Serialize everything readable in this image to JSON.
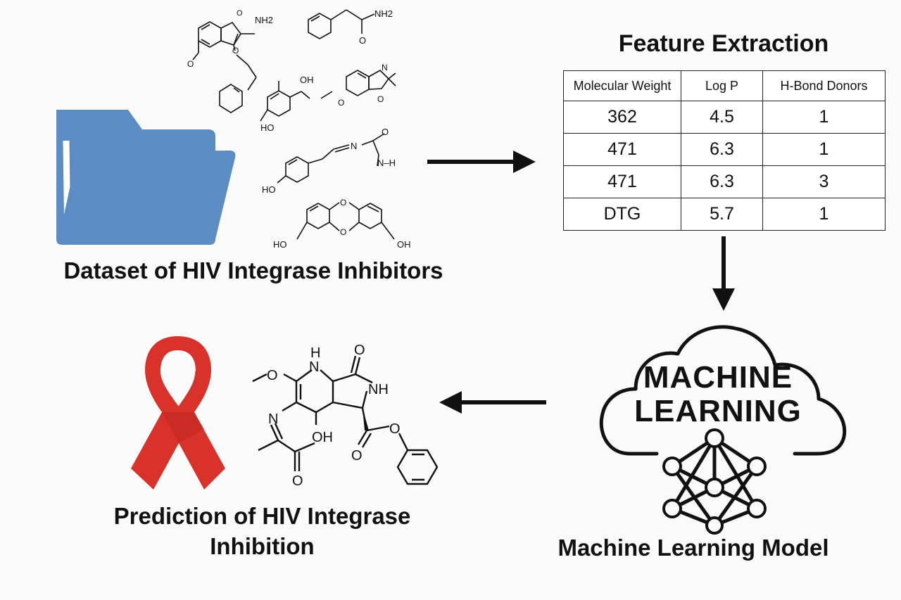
{
  "dataset": {
    "caption": "Dataset of HIV Integrase Inhibitors",
    "folder_color": "#5b8dc4",
    "folder_icon": "folder-icon",
    "molecule_labels": {
      "mol1_nh2": "NH2",
      "mol2_nh2": "NH2",
      "mol2_o": "O",
      "mol4_oh_top": "OH",
      "mol4_ho_bottom": "HO",
      "mol4_n": "N",
      "mol5_n": "N",
      "mol5_o": "O",
      "mol5_nh": "N–H",
      "mol5_ho": "HO",
      "mol6_o_top": "O",
      "mol6_o_bottom": "O",
      "mol6_ho": "HO",
      "mol6_oh": "OH"
    }
  },
  "features": {
    "title": "Feature Extraction",
    "headers": [
      "Molecular Weight",
      "Log P",
      "H-Bond Donors"
    ],
    "rows": [
      [
        "362",
        "4.5",
        "1"
      ],
      [
        "471",
        "6.3",
        "1"
      ],
      [
        "471",
        "6.3",
        "3"
      ],
      [
        "DTG",
        "5.7",
        "1"
      ]
    ]
  },
  "model": {
    "cloud_word_1": "MACHINE",
    "cloud_word_2": "LEARNING",
    "caption": "Machine Learning Model",
    "icons": [
      "cloud-icon",
      "neural-network-icon"
    ]
  },
  "prediction": {
    "caption": "Prediction of HIV Integrase Inhibition",
    "ribbon_color": "#d8322a",
    "ribbon_icon": "awareness-ribbon-icon",
    "molecule_labels": {
      "h": "H",
      "n_ring": "N",
      "o_carbonyl_top": "O",
      "nh": "NH",
      "n_imine": "N",
      "oh": "OH",
      "o_acid": "O",
      "o_ester_carbonyl": "O",
      "o_ester": "O"
    }
  },
  "arrows": [
    "arrow-right-icon",
    "arrow-down-icon",
    "arrow-left-icon"
  ]
}
